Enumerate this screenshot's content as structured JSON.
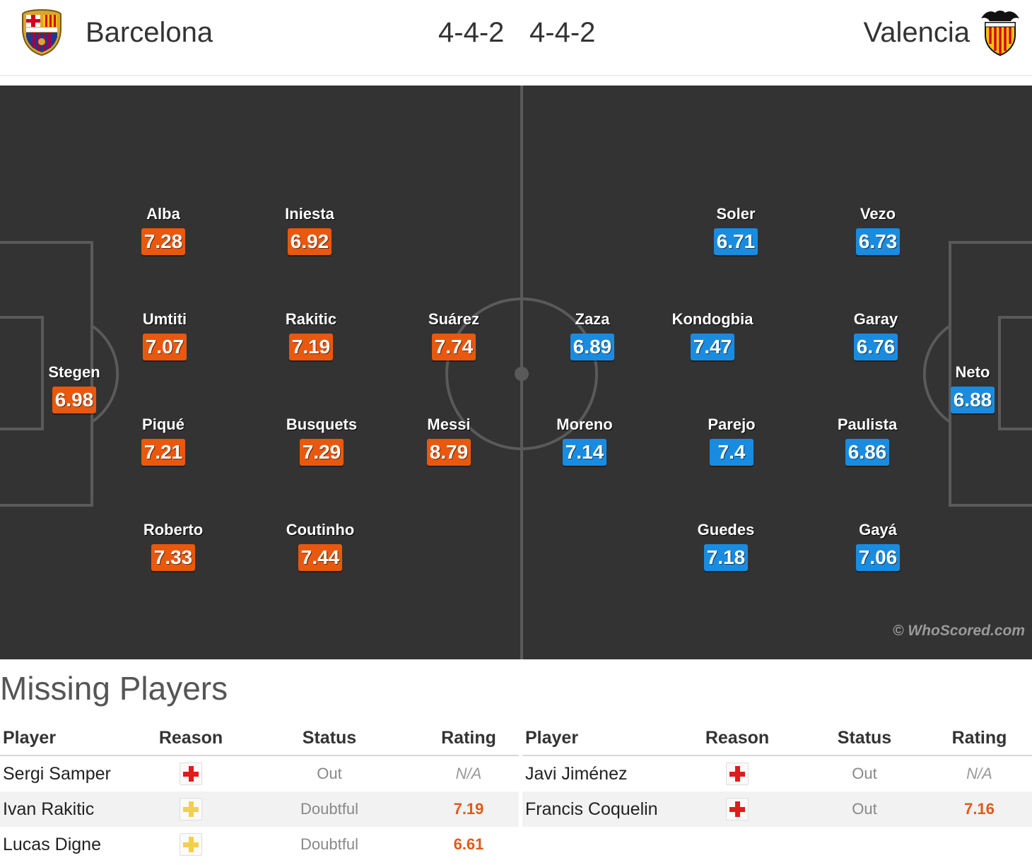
{
  "header": {
    "home_team": "Barcelona",
    "home_formation": "4-4-2",
    "away_formation": "4-4-2",
    "away_team": "Valencia",
    "home_crest_icon": "barcelona-crest-icon",
    "away_crest_icon": "valencia-bat-crest-icon"
  },
  "colors": {
    "pitch": "#333333",
    "home_rating_bg": "#e8580f",
    "away_rating_bg": "#1a8ce0",
    "missing_rating": "#e05a1b"
  },
  "lineup": {
    "home": [
      {
        "name": "Stegen",
        "rating": "6.98"
      },
      {
        "name": "Alba",
        "rating": "7.28"
      },
      {
        "name": "Umtiti",
        "rating": "7.07"
      },
      {
        "name": "Piqué",
        "rating": "7.21"
      },
      {
        "name": "Roberto",
        "rating": "7.33"
      },
      {
        "name": "Iniesta",
        "rating": "6.92"
      },
      {
        "name": "Rakitic",
        "rating": "7.19"
      },
      {
        "name": "Busquets",
        "rating": "7.29"
      },
      {
        "name": "Coutinho",
        "rating": "7.44"
      },
      {
        "name": "Suárez",
        "rating": "7.74"
      },
      {
        "name": "Messi",
        "rating": "8.79"
      }
    ],
    "away": [
      {
        "name": "Zaza",
        "rating": "6.89"
      },
      {
        "name": "Moreno",
        "rating": "7.14"
      },
      {
        "name": "Soler",
        "rating": "6.71"
      },
      {
        "name": "Kondogbia",
        "rating": "7.47"
      },
      {
        "name": "Parejo",
        "rating": "7.4"
      },
      {
        "name": "Guedes",
        "rating": "7.18"
      },
      {
        "name": "Vezo",
        "rating": "6.73"
      },
      {
        "name": "Garay",
        "rating": "6.76"
      },
      {
        "name": "Paulista",
        "rating": "6.86"
      },
      {
        "name": "Gayá",
        "rating": "7.06"
      },
      {
        "name": "Neto",
        "rating": "6.88"
      }
    ]
  },
  "watermark": "© WhoScored.com",
  "missing": {
    "title": "Missing Players",
    "columns": {
      "player": "Player",
      "reason": "Reason",
      "status": "Status",
      "rating": "Rating"
    },
    "home": [
      {
        "player": "Sergi Samper",
        "reason_icon": "injury-cross-icon",
        "status": "Out",
        "rating": "N/A"
      },
      {
        "player": "Ivan Rakitic",
        "reason_icon": "doubtful-cross-icon",
        "status": "Doubtful",
        "rating": "7.19"
      },
      {
        "player": "Lucas Digne",
        "reason_icon": "doubtful-cross-icon",
        "status": "Doubtful",
        "rating": "6.61"
      }
    ],
    "away": [
      {
        "player": "Javi Jiménez",
        "reason_icon": "injury-cross-icon",
        "status": "Out",
        "rating": "N/A"
      },
      {
        "player": "Francis Coquelin",
        "reason_icon": "injury-cross-icon",
        "status": "Out",
        "rating": "7.16"
      }
    ]
  }
}
